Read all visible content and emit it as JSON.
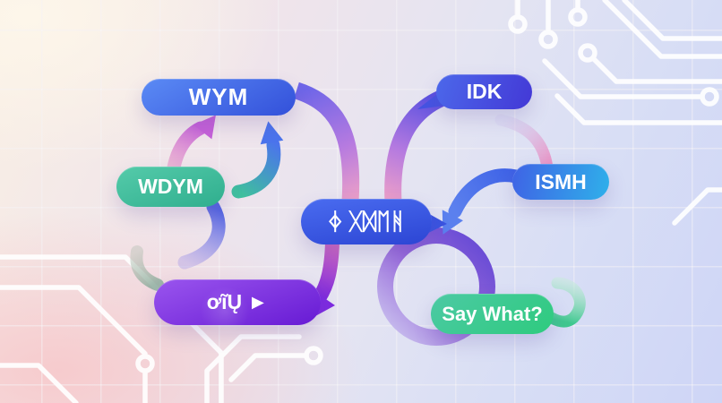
{
  "background": {
    "top_left_color": "#fdf6ec",
    "bottom_left_color": "#f7d9da",
    "top_right_color": "#dbe2f6",
    "bottom_right_color": "#cfd5f6",
    "circuit_trace_color": "#ffffff"
  },
  "diagram": {
    "nodes": [
      {
        "id": "wym",
        "label": "WYM",
        "color_start": "#5b8bf5",
        "color_end": "#3350da"
      },
      {
        "id": "wdym",
        "label": "WDYM",
        "color_start": "#55cbaa",
        "color_end": "#2fae8e"
      },
      {
        "id": "idk",
        "label": "IDK",
        "color_start": "#4c68ea",
        "color_end": "#4338d6"
      },
      {
        "id": "ismh",
        "label": "ISMH",
        "color_start": "#3f63e5",
        "color_end": "#2fb0ea"
      },
      {
        "id": "glyph-bubble",
        "label": "ᛄ ᚷᛞᛖᚻ",
        "color_start": "#4a6cf0",
        "color_end": "#2c45d4"
      },
      {
        "id": "scribble-bubble",
        "label": "ơĩŲ ►",
        "color_start": "#9a55ee",
        "color_end": "#671ad4"
      },
      {
        "id": "say-what",
        "label": "Say What?",
        "color_start": "#4cc9a4",
        "color_end": "#2ecb7e"
      }
    ],
    "connectors": [
      {
        "name": "wdym-to-wym-arrow",
        "color_start": "#f2b0c4",
        "color_end": "#c561d8"
      },
      {
        "name": "teal-up-arrow-to-wym",
        "color_start": "#3fbf9e",
        "color_end": "#4b74ec"
      },
      {
        "name": "wym-to-glyph-ribbon",
        "color_start": "#6f66e8",
        "color_mid": "#b57ae0",
        "color_end": "#eb9fc8"
      },
      {
        "name": "idk-to-glyph-ribbon",
        "color_start": "#5a50e0",
        "color_mid": "#b57ae0",
        "color_end": "#ec9fc8"
      },
      {
        "name": "idk-to-ismh-hook",
        "color_start": "#cfc8f0",
        "color_end": "#ea93c4"
      },
      {
        "name": "ismh-to-glyph-arrow",
        "color_start": "#3e62e6",
        "color_end": "#5b80ee"
      },
      {
        "name": "say-what-loop-ring",
        "color_start": "#6046d4",
        "color_mid": "#9668da",
        "color_end": "#cec8f0"
      },
      {
        "name": "glyph-to-scribble-ribbon",
        "color_start": "#d06ac0",
        "color_end": "#7b28dd"
      },
      {
        "name": "wdym-loop-arc",
        "color_start": "#5566e2",
        "color_end": "#a89ae8"
      },
      {
        "name": "scribble-hook",
        "color_start": "#a8b8a8",
        "color_end": "#8fae9e"
      },
      {
        "name": "say-what-hook",
        "color_start": "#c6ecd9",
        "color_end": "#3fc88f"
      }
    ]
  }
}
